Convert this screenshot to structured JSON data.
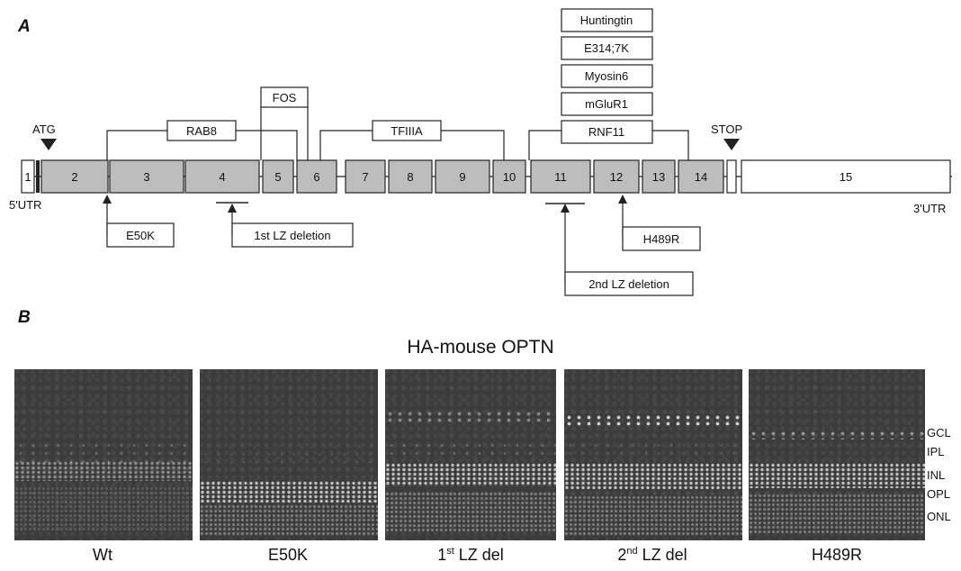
{
  "panel_a": {
    "letter": "A",
    "exons": [
      "1",
      "2",
      "3",
      "4",
      "5",
      "6",
      "7",
      "8",
      "9",
      "10",
      "11",
      "12",
      "13",
      "14",
      "15"
    ],
    "utr5": "5'UTR",
    "utr3": "3'UTR",
    "start_codon": "ATG",
    "stop_codon": "STOP",
    "partners": {
      "rab8": "RAB8",
      "fos": "FOS",
      "tfiiia": "TFIIIA",
      "stack": [
        "Huntingtin",
        "E314;7K",
        "Myosin6",
        "mGluR1",
        "RNF11"
      ]
    },
    "mutations": {
      "e50k": "E50K",
      "lz1": "1st LZ deletion",
      "h489r": "H489R",
      "lz2": "2nd LZ deletion"
    }
  },
  "panel_b": {
    "letter": "B",
    "title": "HA-mouse OPTN",
    "panels": [
      {
        "main": "Wt",
        "sup": "",
        "rest": ""
      },
      {
        "main": "E50K",
        "sup": "",
        "rest": ""
      },
      {
        "main": "1",
        "sup": "st",
        "rest": " LZ del"
      },
      {
        "main": "2",
        "sup": "nd",
        "rest": " LZ del"
      },
      {
        "main": "H489R",
        "sup": "",
        "rest": ""
      }
    ],
    "layers": [
      "GCL",
      "IPL",
      "INL",
      "OPL",
      "ONL"
    ]
  }
}
